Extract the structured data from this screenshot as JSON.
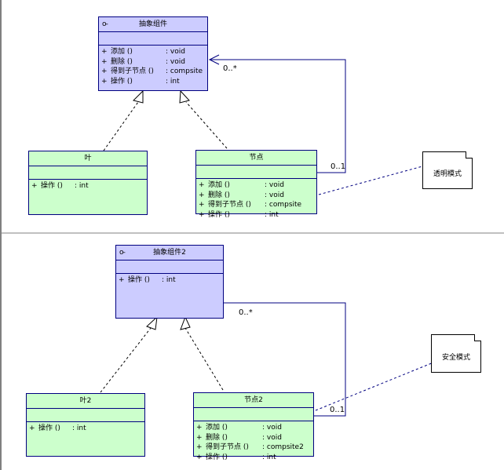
{
  "diagram1": {
    "component": {
      "name": "抽象组件",
      "key_symbol": "o-",
      "operations": [
        {
          "vis": "+",
          "name": "添加 ()",
          "ret": ": void"
        },
        {
          "vis": "+",
          "name": "删除 ()",
          "ret": ": void"
        },
        {
          "vis": "+",
          "name": "得到子节点 ()",
          "ret": ": compsite"
        },
        {
          "vis": "+",
          "name": "操作 ()",
          "ret": ": int"
        }
      ]
    },
    "leaf": {
      "name": "叶",
      "operations": [
        {
          "vis": "+",
          "name": "操作 ()",
          "ret": ": int"
        }
      ]
    },
    "node": {
      "name": "节点",
      "operations": [
        {
          "vis": "+",
          "name": "添加 ()",
          "ret": ": void"
        },
        {
          "vis": "+",
          "name": "删除 ()",
          "ret": ": void"
        },
        {
          "vis": "+",
          "name": "得到子节点 ()",
          "ret": ": compsite"
        },
        {
          "vis": "+",
          "name": "操作 ()",
          "ret": ": int"
        }
      ]
    },
    "note": "透明模式",
    "mult_component": "0..*",
    "mult_node": "0..1"
  },
  "diagram2": {
    "component": {
      "name": "抽象组件2",
      "key_symbol": "o-",
      "operations": [
        {
          "vis": "+",
          "name": "操作 ()",
          "ret": ": int"
        }
      ]
    },
    "leaf": {
      "name": "叶2",
      "operations": [
        {
          "vis": "+",
          "name": "操作 ()",
          "ret": ": int"
        }
      ]
    },
    "node": {
      "name": "节点2",
      "operations": [
        {
          "vis": "+",
          "name": "添加 ()",
          "ret": ": void"
        },
        {
          "vis": "+",
          "name": "删除 ()",
          "ret": ": void"
        },
        {
          "vis": "+",
          "name": "得到子节点 ()",
          "ret": ": compsite2"
        },
        {
          "vis": "+",
          "name": "操作 ()",
          "ret": ": int"
        }
      ]
    },
    "note": "安全模式",
    "mult_component": "0..*",
    "mult_node": "0..1"
  },
  "colors": {
    "abstract_fill": "#ccccff",
    "leaf_fill": "#ccffcc",
    "border": "#000080",
    "line": "#000080"
  }
}
